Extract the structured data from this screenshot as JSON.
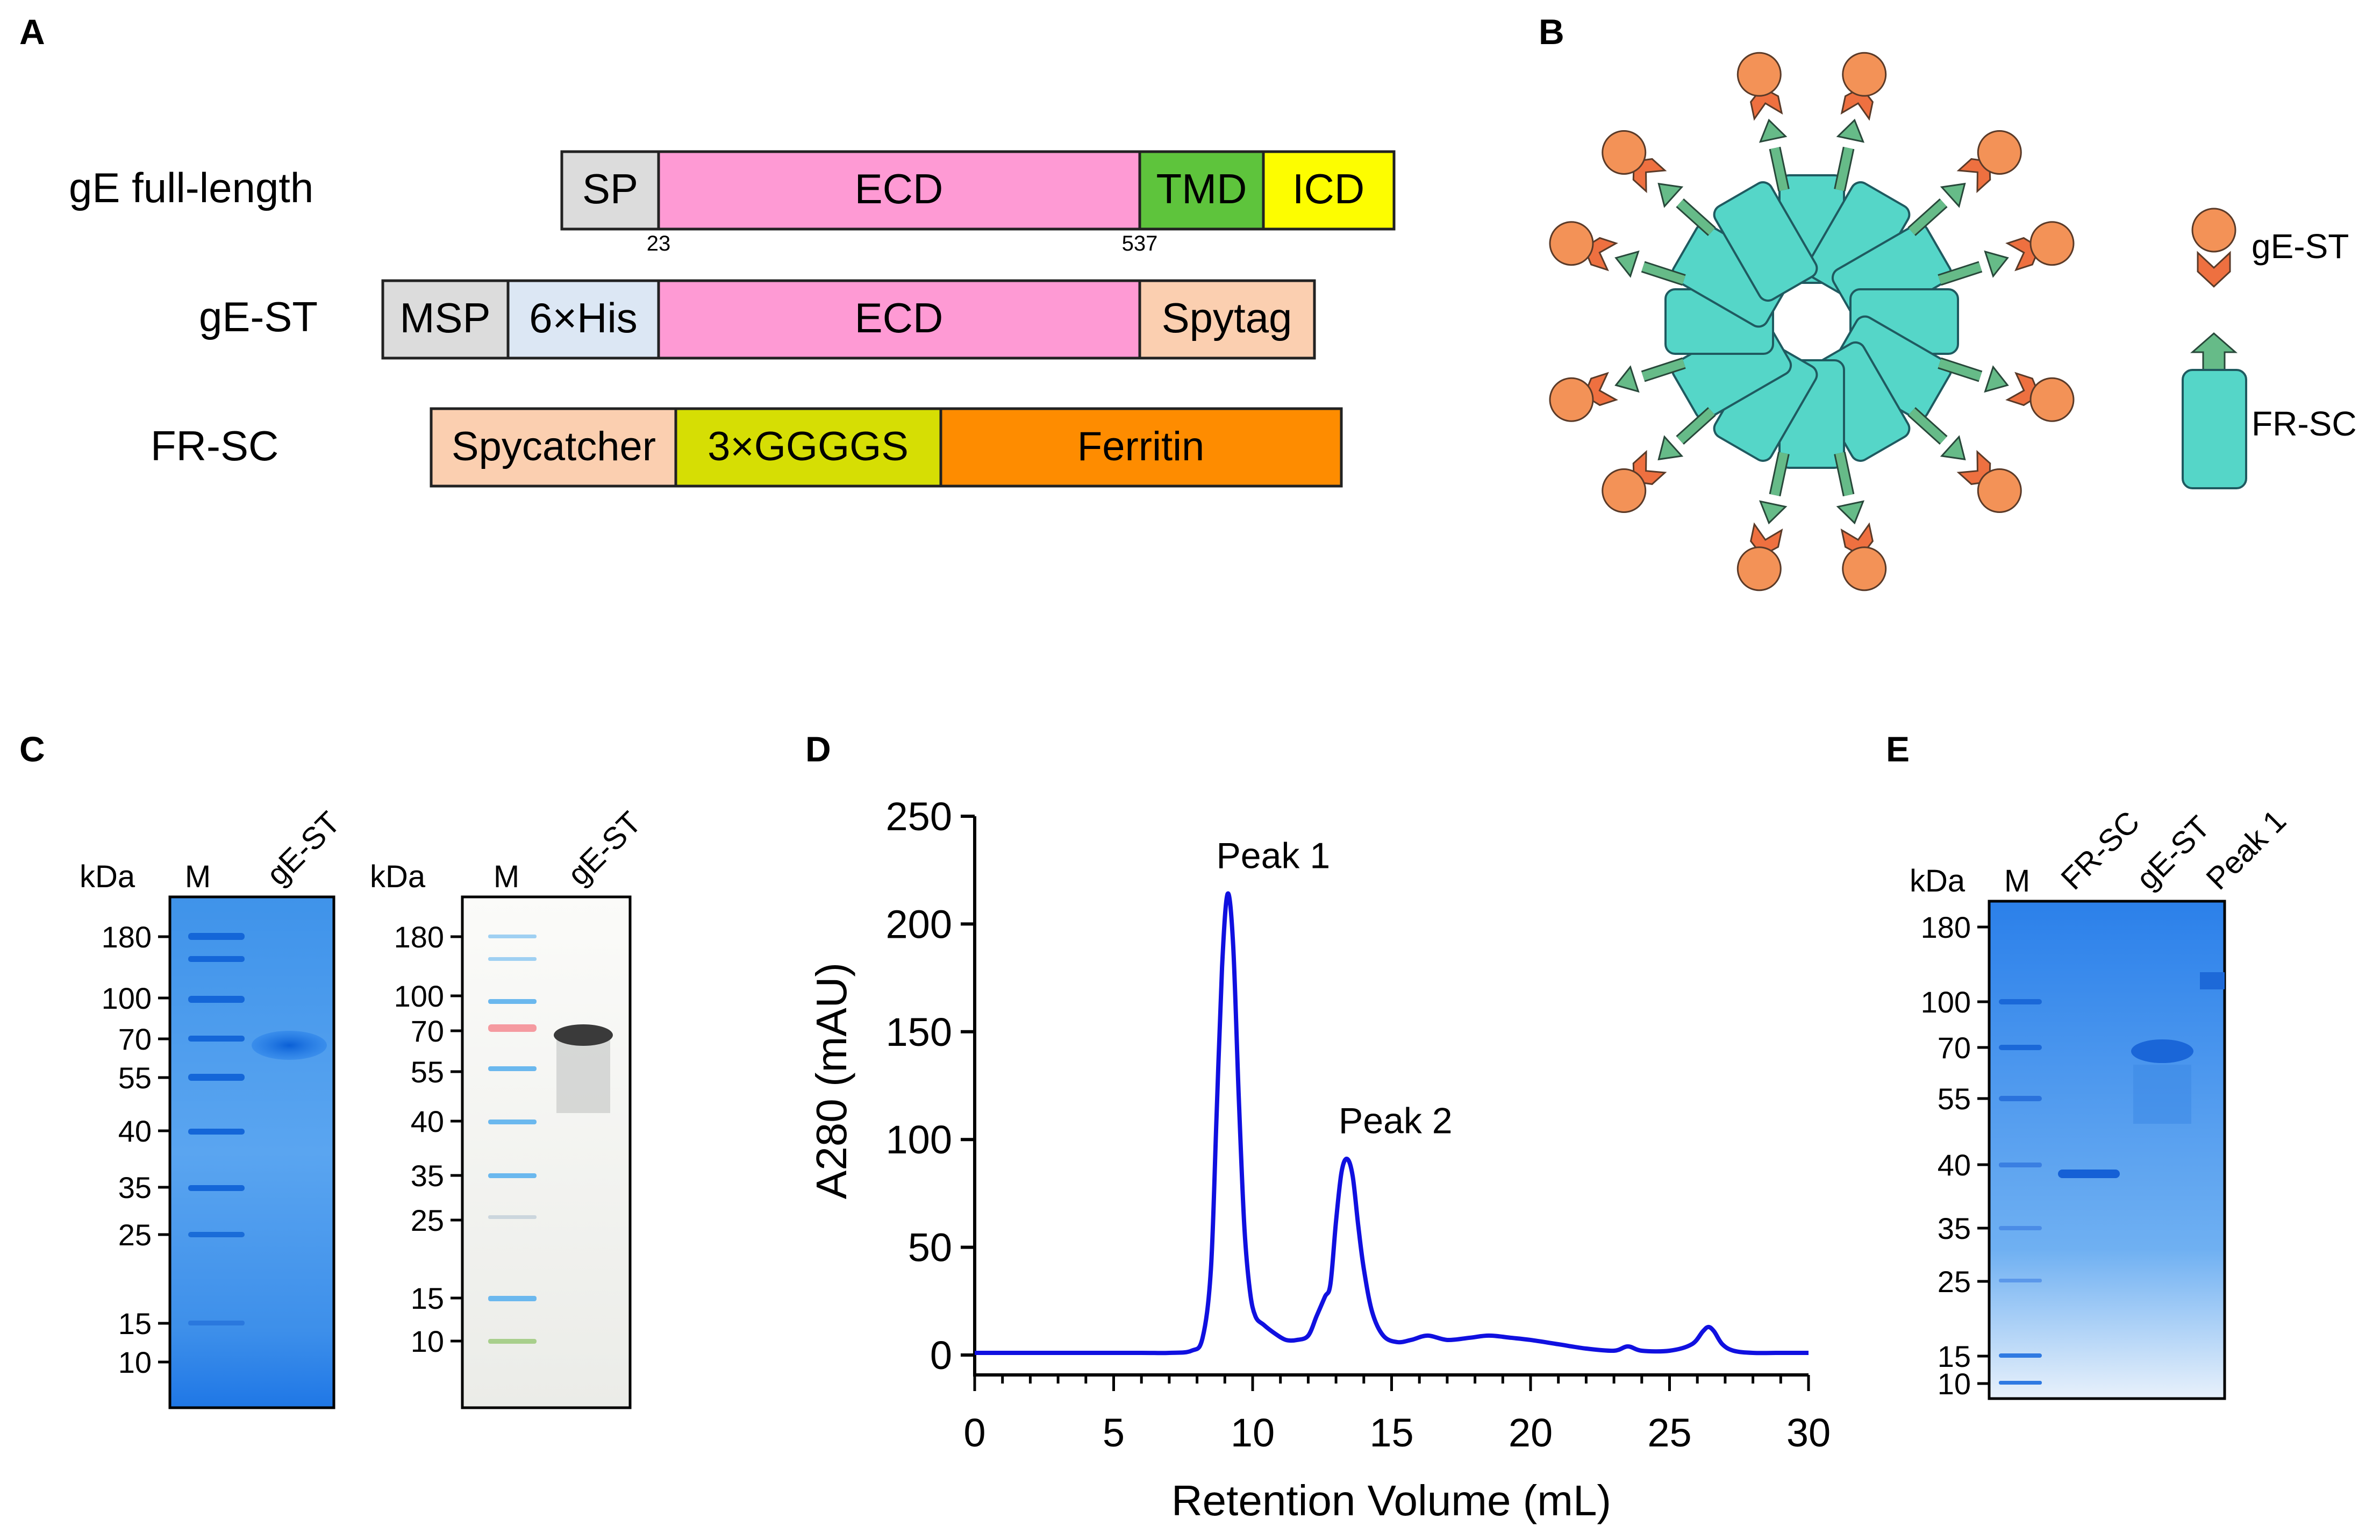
{
  "panels": {
    "A": {
      "label": "A",
      "constructs": [
        {
          "name": "gE full-length",
          "segments": [
            {
              "label": "SP",
              "color": "#dcdcdc"
            },
            {
              "label": "ECD",
              "color": "#fe9ad4"
            },
            {
              "label": "TMD",
              "color": "#5ec43c"
            },
            {
              "label": "ICD",
              "color": "#fdfd00"
            }
          ],
          "positions": [
            "23",
            "537"
          ]
        },
        {
          "name": "gE-ST",
          "segments": [
            {
              "label": "MSP",
              "color": "#dcdcdc"
            },
            {
              "label": "6×His",
              "color": "#dce7f4"
            },
            {
              "label": "ECD",
              "color": "#fe9ad4"
            },
            {
              "label": "Spytag",
              "color": "#fbcfb0"
            }
          ]
        },
        {
          "name": "FR-SC",
          "segments": [
            {
              "label": "Spycatcher",
              "color": "#fbcfb0"
            },
            {
              "label": "3×GGGGS",
              "color": "#d6de04"
            },
            {
              "label": "Ferritin",
              "color": "#fe8c00"
            }
          ]
        }
      ]
    },
    "B": {
      "label": "B",
      "legend": [
        {
          "label": "gE-ST",
          "icon": "gE-ST-icon"
        },
        {
          "label": "FR-SC",
          "icon": "FR-SC-icon"
        }
      ],
      "colors": {
        "ferritin": "#55d6c8",
        "arrow": "#66bb88",
        "antigen_ball": "#f39257",
        "antigen_tag": "#ee7040"
      }
    },
    "C": {
      "label": "C",
      "gels": [
        {
          "kda": "kDa",
          "lanes": [
            "M",
            "gE-ST"
          ],
          "markers": [
            "180",
            "100",
            "70",
            "55",
            "40",
            "35",
            "25",
            "15",
            "10"
          ],
          "stain": "coomassie"
        },
        {
          "kda": "kDa",
          "lanes": [
            "M",
            "gE-ST"
          ],
          "markers": [
            "180",
            "100",
            "70",
            "55",
            "40",
            "35",
            "25",
            "15",
            "10"
          ],
          "stain": "western"
        }
      ]
    },
    "D": {
      "label": "D"
    },
    "E": {
      "label": "E",
      "gel": {
        "kda": "kDa",
        "lanes": [
          "M",
          "FR-SC",
          "gE-ST",
          "Peak 1"
        ],
        "markers": [
          "180",
          "100",
          "70",
          "55",
          "40",
          "35",
          "25",
          "15",
          "10"
        ],
        "stain": "coomassie"
      }
    }
  },
  "chart_data": {
    "type": "line",
    "xlabel": "Retention Volume (mL)",
    "ylabel": "A280 (mAU)",
    "xlim": [
      0,
      30
    ],
    "ylim": [
      0,
      250
    ],
    "xticks": [
      "0",
      "5",
      "10",
      "15",
      "20",
      "25",
      "30"
    ],
    "yticks": [
      "0",
      "50",
      "100",
      "150",
      "200",
      "250"
    ],
    "color": "#1010e0",
    "grid": false,
    "annotations": [
      {
        "text": "Peak 1",
        "x": 9.0,
        "y": 214
      },
      {
        "text": "Peak 2",
        "x": 13.4,
        "y": 91
      }
    ],
    "x": [
      0,
      2,
      4,
      6,
      7,
      7.8,
      8.2,
      8.5,
      8.7,
      8.9,
      9.1,
      9.3,
      9.5,
      9.7,
      9.9,
      10.1,
      10.4,
      10.8,
      11.2,
      11.6,
      12.0,
      12.3,
      12.6,
      12.8,
      13.0,
      13.2,
      13.4,
      13.6,
      13.8,
      14.0,
      14.3,
      14.7,
      15.2,
      15.7,
      16.3,
      17.0,
      17.8,
      18.5,
      19.3,
      20.0,
      21.0,
      22.0,
      23.0,
      23.5,
      24.0,
      25.0,
      25.8,
      26.2,
      26.4,
      26.6,
      26.9,
      27.3,
      28.0,
      29.0,
      30.0
    ],
    "y": [
      1,
      1,
      1,
      1,
      1,
      2,
      8,
      40,
      110,
      180,
      214,
      190,
      120,
      60,
      30,
      18,
      14,
      10,
      7,
      7,
      9,
      18,
      27,
      33,
      62,
      85,
      91,
      83,
      60,
      40,
      20,
      9,
      6,
      7,
      9,
      7,
      8,
      9,
      8,
      7,
      5,
      3,
      2,
      4,
      2,
      2,
      5,
      11,
      13,
      11,
      5,
      2,
      1,
      1,
      1
    ]
  }
}
